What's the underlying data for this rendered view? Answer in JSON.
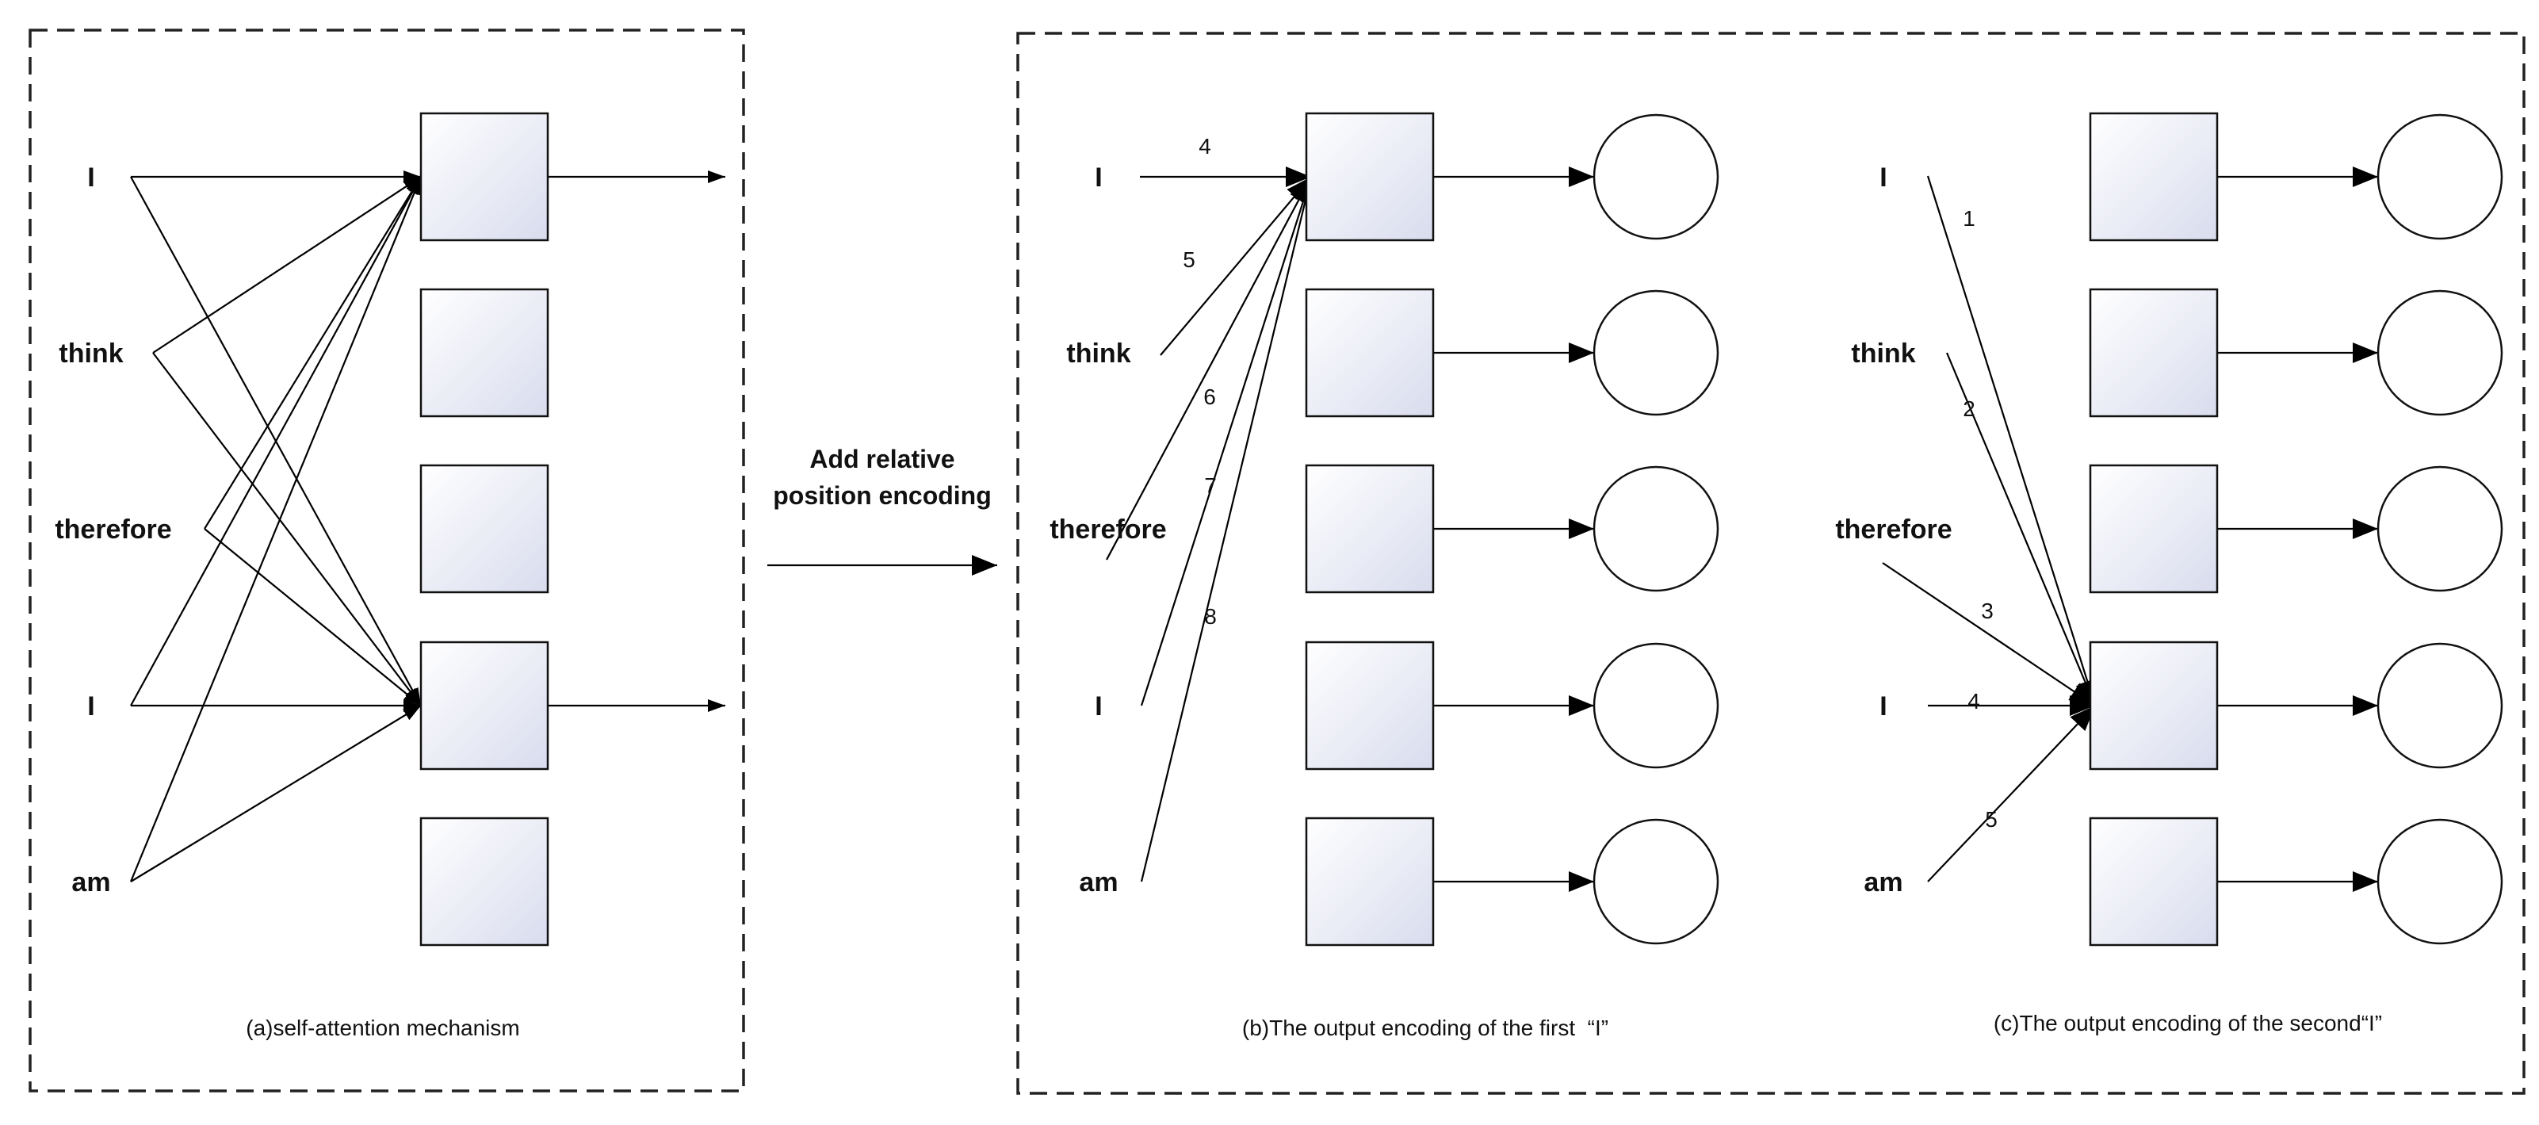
{
  "words": [
    "I",
    "think",
    "therefore",
    "I",
    "am"
  ],
  "colors": {
    "stroke": "#000000",
    "box_fill_light": "#ffffff",
    "box_fill_shade": "#d9dcee"
  },
  "panel_a": {
    "caption": "(a)self-attention mechanism",
    "edges_to_first_I": [
      0,
      1,
      2,
      3,
      4
    ],
    "edges_to_second_I": [
      0,
      1,
      2,
      3,
      4
    ]
  },
  "arrow": {
    "label_line1": "Add relative",
    "label_line2": "position encoding"
  },
  "panel_b": {
    "caption": "(b)The output encoding of the first  “I”",
    "target": 0,
    "weights": [
      "4",
      "5",
      "6",
      "7",
      "8"
    ]
  },
  "panel_c": {
    "caption": "(c)The output encoding of the second“I”",
    "target": 3,
    "weights": [
      "1",
      "2",
      "3",
      "4",
      "5"
    ]
  }
}
